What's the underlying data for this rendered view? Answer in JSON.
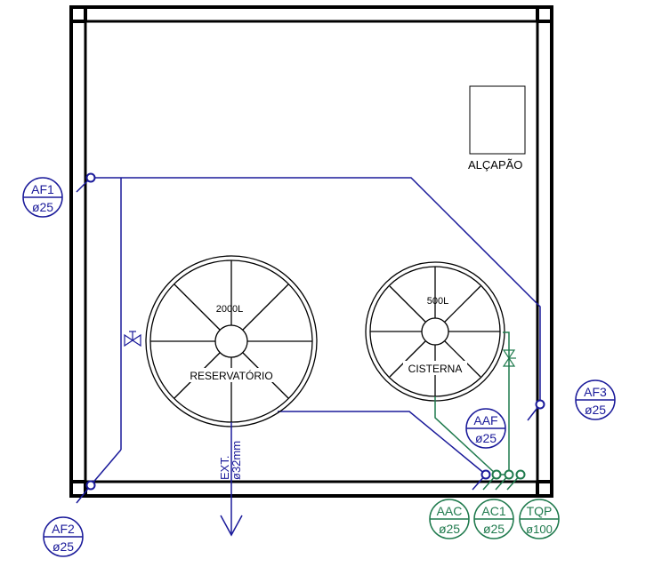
{
  "colors": {
    "frame": "#000000",
    "cold_water": "#1a1a9a",
    "hot_water": "#1f7a4d",
    "label_text": "#1a1a9a",
    "label_text_green": "#1f7a4d"
  },
  "tanks": {
    "reservoir": {
      "capacity": "2000L",
      "name": "RESERVATÓRIO"
    },
    "cistern": {
      "capacity": "500L",
      "name": "CISTERNA"
    }
  },
  "hatch": {
    "label": "ALÇAPÃO"
  },
  "overflow": {
    "line1": "EXT.",
    "line2": "ø32mm"
  },
  "pipe_tags": {
    "af1": {
      "code": "AF1",
      "diameter": "ø25"
    },
    "af2": {
      "code": "AF2",
      "diameter": "ø25"
    },
    "af3": {
      "code": "AF3",
      "diameter": "ø25"
    },
    "aaf": {
      "code": "AAF",
      "diameter": "ø25"
    },
    "aac": {
      "code": "AAC",
      "diameter": "ø25"
    },
    "ac1": {
      "code": "AC1",
      "diameter": "ø25"
    },
    "tqp": {
      "code": "TQP",
      "diameter": "ø100"
    }
  }
}
